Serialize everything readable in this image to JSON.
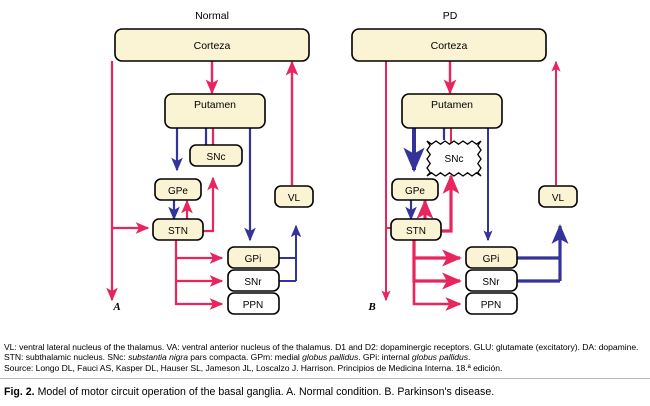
{
  "figure": {
    "panels": [
      {
        "id": "normal",
        "title": "Normal",
        "letter": "A",
        "nodes": {
          "cortex": "Corteza",
          "putamen": "Putamen",
          "snc": "SNc",
          "gpe": "GPe",
          "stn": "STN",
          "vl": "VL",
          "gpi": "GPi",
          "snr": "SNr",
          "ppn": "PPN"
        }
      },
      {
        "id": "pd",
        "title": "PD",
        "letter": "B",
        "nodes": {
          "cortex": "Corteza",
          "putamen": "Putamen",
          "snc": "SNc",
          "gpe": "GPe",
          "stn": "STN",
          "vl": "VL",
          "gpi": "GPi",
          "snr": "SNr",
          "ppn": "PPN"
        }
      }
    ],
    "colors": {
      "excitatory_red": "#e8255c",
      "inhibitory_blue": "#33339a",
      "box_fill_cream": "#faf4d4",
      "box_fill_white": "#ffffff",
      "box_stroke": "#000000"
    }
  },
  "legend": {
    "line1_a": "VL: ventral lateral nucleus of the thalamus. VA: ventral anterior nucleus of the thalamus. D1 and D2: dopaminergic receptors. GLU: glutamate (excitatory). DA: dopamine. STN: subthalamic nucleus. SNc: ",
    "line1_i1": "substantia nigra",
    "line1_b": " pars compacta. GPm: medial ",
    "line1_i2": "globus pallidus",
    "line1_c": ". GPi: internal ",
    "line1_i3": "globus pallidus",
    "line1_d": ".",
    "source": "Source: Longo DL, Fauci AS, Kasper DL, Hauser SL, Jameson JL, Loscalzo J. Harrison. Principios de Medicina Interna. 18.ª edición."
  },
  "caption": {
    "label": "Fig. 2.",
    "text": "Model of motor circuit operation of the basal ganglia. A. Normal condition. B. Parkinson's disease."
  }
}
